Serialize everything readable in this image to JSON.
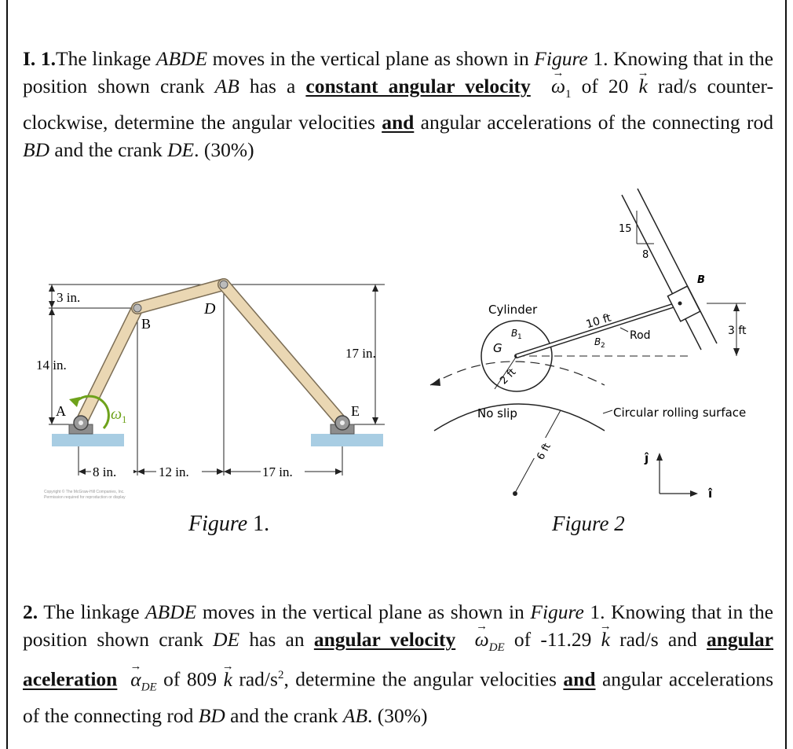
{
  "q1": {
    "number": "I. 1.",
    "t1": "The linkage ",
    "abde": "ABDE",
    "t2": " moves in the vertical plane as shown in ",
    "figure_word": "Figure",
    "t3": " 1. Knowing that in the position shown crank ",
    "ab": "AB",
    "t4": " has a ",
    "hl_const": "constant angular velocity",
    "omega_sym": "ω",
    "omega_sub": "1",
    "t5": " of 20",
    "k": "k",
    "t6": " rad/s counter-clockwise, determine the angular velocities ",
    "hl_and": "and",
    "t7": " angular accelerations of the connecting rod ",
    "bd": "BD",
    "t8": " and the crank ",
    "de": "DE",
    "t9": ". (30%)"
  },
  "q2": {
    "number": "2.",
    "t1": " The linkage ",
    "abde": "ABDE",
    "t2": " moves in the vertical plane as shown in ",
    "figure_word": "Figure",
    "t3": " 1. Knowing that in the position shown crank ",
    "de": "DE",
    "t4": " has an ",
    "hl_vel": "angular velocity",
    "omega_sym": "ω",
    "omega_sub": "DE",
    "t5": " of -11.29",
    "k": "k",
    "t6": " rad/s and ",
    "hl_acc": "angular aceleration",
    "alpha_sym": "α",
    "alpha_sub": "DE",
    "t7": " of 809",
    "k2": "k",
    "t8": " rad/s",
    "sq": "2",
    "t9": ", determine the angular velocities ",
    "hl_and": "and",
    "t10": " angular accelerations of the connecting rod ",
    "bd": "BD",
    "t11": " and the crank ",
    "ab": "AB",
    "t12": ". (30%)"
  },
  "figure1": {
    "caption_word": "Figure",
    "caption_num": " 1.",
    "labels": {
      "A": "A",
      "B": "B",
      "D": "D",
      "E": "E",
      "omega": "ω",
      "omega_sub": "1"
    },
    "dims": {
      "top": "3 in.",
      "left": "14 in.",
      "right": "17 in.",
      "b1": "8 in.",
      "b2": "12 in.",
      "b3": "17 in."
    },
    "copyright": [
      "Copyright © The McGraw-Hill Companies, Inc.",
      "Permission required for reproduction or display"
    ]
  },
  "figure2": {
    "caption": "Figure 2",
    "labels": {
      "cylinder": "Cylinder",
      "g": "G",
      "b1": "B",
      "b1_sub": "1",
      "b2": "B",
      "b2_sub": "2",
      "two_ft": "2 ft",
      "ten_ft": "10 ft",
      "rod": "Rod",
      "b": "B",
      "three_ft": "3 ft",
      "slope_15": "15",
      "slope_8": "8",
      "no_slip": "No slip",
      "surface": "Circular rolling surface",
      "six_ft": "6 ft",
      "j": "ĵ",
      "i": "î"
    }
  }
}
